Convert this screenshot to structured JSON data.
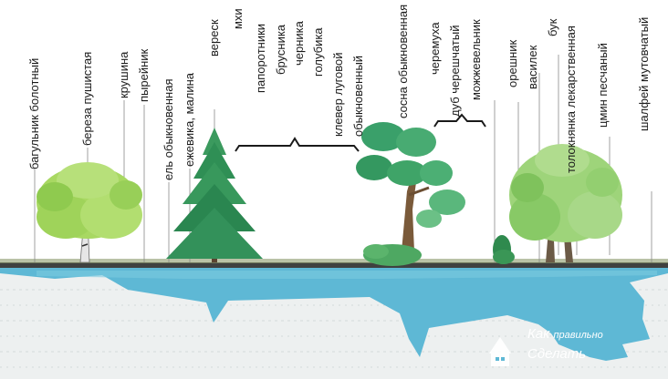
{
  "labels": {
    "bagulnik": "багульник болотный",
    "bereza": "береза пушистая",
    "krushina": "крушина",
    "pyreynik": "пырейник",
    "el": "ель обыкновенная",
    "ezhevika": "ежевика, малина",
    "veresk": "вереск",
    "mkhi": "мхи",
    "paporotniki": "папоротники",
    "brusnika": "брусника",
    "chernika": "черника",
    "golubika": "голубика",
    "klever": "клевер луговой",
    "obyknovenny": "обыкновенный",
    "sosna": "сосна обыкновенная",
    "cheremukha": "черемуха",
    "dub": "дуб черешчатый",
    "mozhzhevelnik": "можжевельник",
    "oreshnik": "орешник",
    "vasilek": "василек",
    "buk": "бук",
    "tolokyanka": "толокнянка лекарственная",
    "tsmin": "цмин песчаный",
    "shalfey": "шалфей мутовчатый"
  },
  "watermark": {
    "kak": "Как",
    "pravilno": "правильно",
    "sdelat": "Сделать"
  },
  "colors": {
    "water": "#5fb9d6",
    "soil": "#e9ecec",
    "ground_line": "#3d3d3d",
    "spruce": "#2f8f55",
    "birch": "#9fd35a",
    "pine": "#3aa06a",
    "bush": "#6ab86a"
  }
}
